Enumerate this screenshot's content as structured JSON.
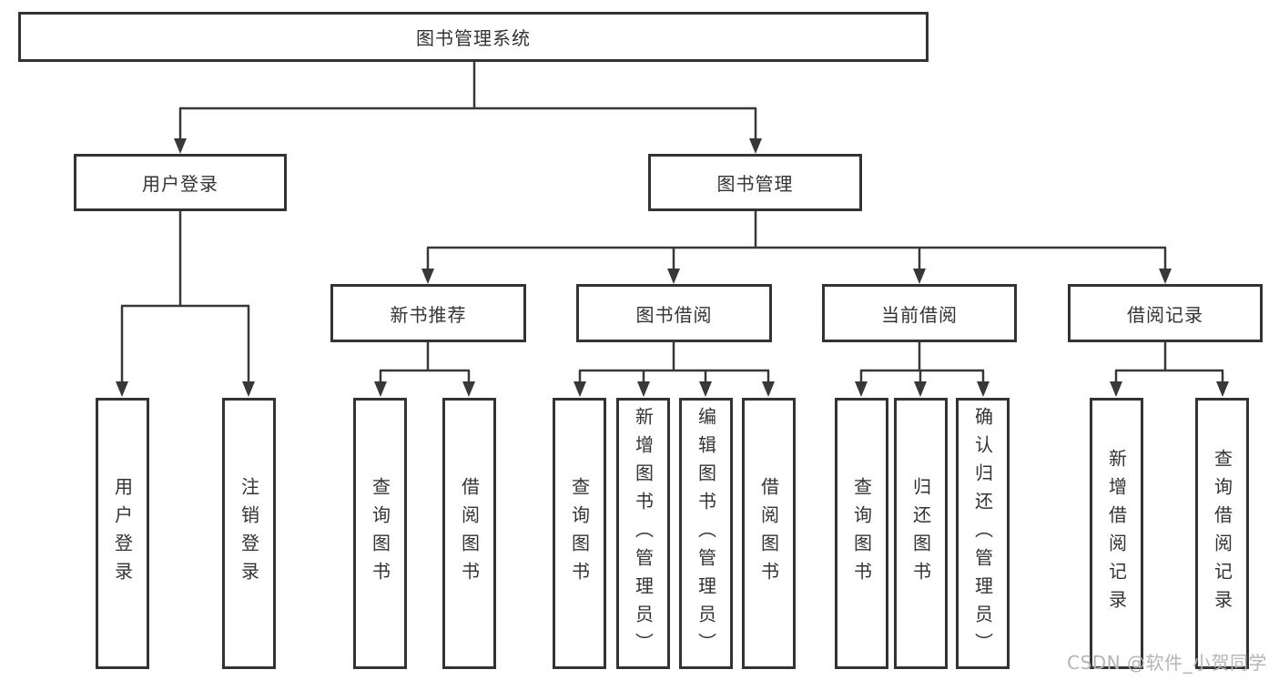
{
  "diagram": {
    "type": "tree",
    "title": "图书管理系统",
    "nodes": {
      "root": "图书管理系统",
      "user_login": "用户登录",
      "book_mgmt": "图书管理",
      "new_book_rec": "新书推荐",
      "book_borrow": "图书借阅",
      "current_borrow": "当前借阅",
      "borrow_records": "借阅记录",
      "leaf_login": "用户登录",
      "leaf_logout": "注销登录",
      "rec_query_book": "查询图书",
      "rec_borrow_book": "借阅图书",
      "bb_query_book": "查询图书",
      "bb_add_book": "新增图书（管理员）",
      "bb_edit_book": "编辑图书（管理员）",
      "bb_borrow_book": "借阅图书",
      "cb_query_book": "查询图书",
      "cb_return_book": "归还图书",
      "cb_confirm_return": "确认归还（管理员）",
      "br_add_record": "新增借阅记录",
      "br_query_record": "查询借阅记录"
    },
    "hierarchy": {
      "图书管理系统": {
        "用户登录": [
          "用户登录",
          "注销登录"
        ],
        "图书管理": {
          "新书推荐": [
            "查询图书",
            "借阅图书"
          ],
          "图书借阅": [
            "查询图书",
            "新增图书（管理员）",
            "编辑图书（管理员）",
            "借阅图书"
          ],
          "当前借阅": [
            "查询图书",
            "归还图书",
            "确认归还（管理员）"
          ],
          "借阅记录": [
            "新增借阅记录",
            "查询借阅记录"
          ]
        }
      }
    },
    "colors": {
      "background": "#ffffff",
      "box_border": "#333333",
      "line": "#383838",
      "text": "#333333",
      "watermark": "#b5b5b5"
    }
  },
  "watermark": {
    "text": "CSDN @软件_小贺同学"
  }
}
